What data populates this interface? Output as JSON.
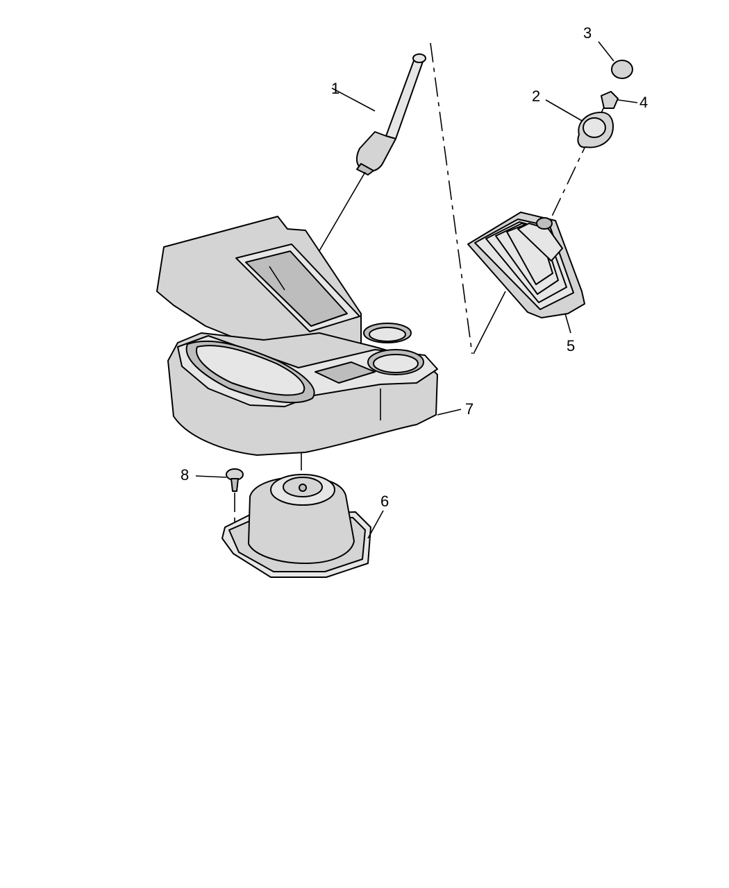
{
  "callouts": [
    {
      "id": "1",
      "label": "1"
    },
    {
      "id": "2",
      "label": "2"
    },
    {
      "id": "3",
      "label": "3"
    },
    {
      "id": "4",
      "label": "4"
    },
    {
      "id": "5",
      "label": "5"
    },
    {
      "id": "6",
      "label": "6"
    },
    {
      "id": "7",
      "label": "7"
    },
    {
      "id": "8",
      "label": "8"
    }
  ],
  "parts": [
    {
      "callout": "1",
      "name": "shift-lever-icon"
    },
    {
      "callout": "2",
      "name": "shift-knob-icon"
    },
    {
      "callout": "3",
      "name": "knob-cap-icon"
    },
    {
      "callout": "4",
      "name": "nut-icon"
    },
    {
      "callout": "5",
      "name": "shift-boot-icon"
    },
    {
      "callout": "6",
      "name": "inner-boot-icon"
    },
    {
      "callout": "7",
      "name": "console-icon"
    },
    {
      "callout": "8",
      "name": "screw-icon"
    }
  ],
  "colors": {
    "stroke": "#000000",
    "fill": "#d4d4d4",
    "background": "#ffffff"
  }
}
